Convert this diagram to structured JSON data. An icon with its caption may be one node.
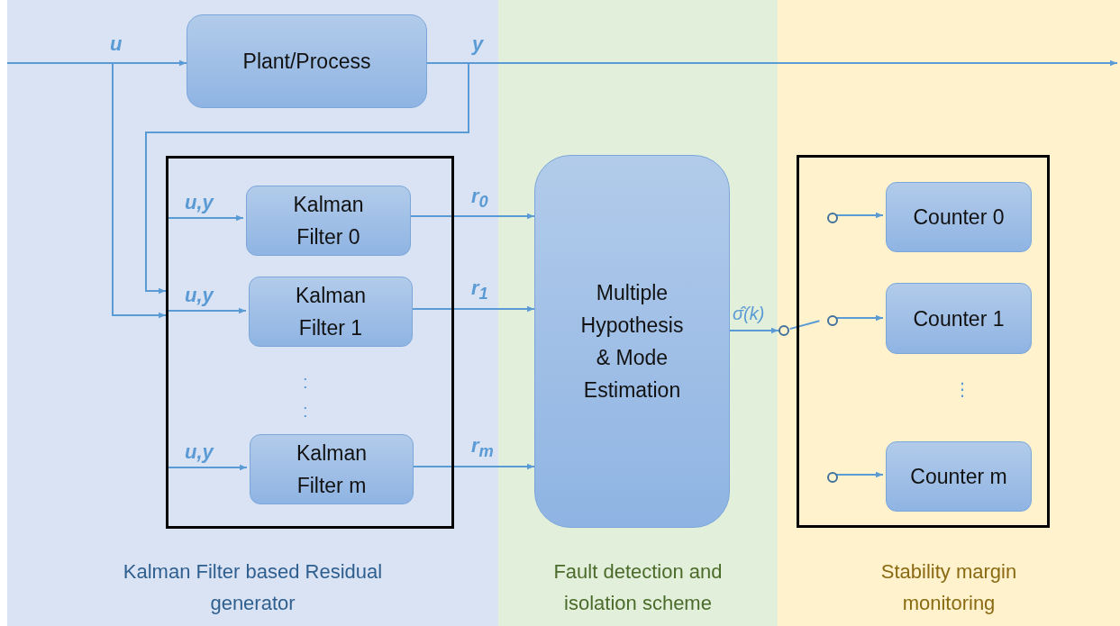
{
  "diagram": {
    "nodes": [
      {
        "text": [
          "Kalman Filter based Residual generator"
        ]
      },
      {
        "text": [
          "Fault detection and isolation scheme"
        ]
      },
      {
        "text": [
          "Stability margin monitoring"
        ]
      },
      {
        "text": [
          "Plant/Process"
        ],
        "in": 0
      },
      {
        "text": [],
        "shape": "box",
        "in": 0
      },
      {
        "text": [
          "Kalman Filter 0"
        ],
        "in": 4
      },
      {
        "text": [
          "Kalman Filter 1"
        ],
        "in": 4
      },
      {
        "text": [
          "Kalman Filter m"
        ],
        "in": 4
      },
      {
        "text": [
          "Multiple Hypothesis & Mode Estimation"
        ],
        "in": 1
      },
      {
        "text": [],
        "shape": "box",
        "in": 2
      },
      {
        "text": [
          "Counter 0"
        ],
        "in": 9
      },
      {
        "text": [
          "Counter 1"
        ],
        "in": 9
      },
      {
        "text": [
          "Counter m"
        ],
        "in": 9
      },
      {
        "text": [],
        "shape": "circle",
        "in": 9
      },
      {
        "text": [],
        "shape": "circle",
        "in": 9
      },
      {
        "text": [],
        "shape": "circle",
        "in": 9
      },
      {
        "text": [],
        "shape": "circle",
        "in": 2
      }
    ],
    "edges": [
      {
        "from": null,
        "to": 3,
        "arrow": "to",
        "label": "u"
      },
      {
        "from": 3,
        "to": 2,
        "arrow": "to",
        "label": "y"
      },
      {
        "from": null,
        "to": 4,
        "arrow": "to"
      },
      {
        "from": 3,
        "to": 4,
        "arrow": "to"
      },
      {
        "from": null,
        "to": 5,
        "arrow": "to",
        "label": "u,y"
      },
      {
        "from": null,
        "to": 6,
        "arrow": "to",
        "label": "u,y"
      },
      {
        "from": null,
        "to": 7,
        "arrow": "to",
        "label": "u,y"
      },
      {
        "from": 5,
        "to": 8,
        "arrow": "to",
        "label": "r$_{0}$"
      },
      {
        "from": 6,
        "to": 8,
        "arrow": "to",
        "label": "r$_{1}$"
      },
      {
        "from": 7,
        "to": 8,
        "arrow": "to",
        "label": "r$_{m}$"
      },
      {
        "from": 8,
        "to": 16,
        "arrow": "to",
        "label": "σ̂(k)"
      },
      {
        "from": 16,
        "to": 14,
        "arrow": "none"
      },
      {
        "from": 13,
        "to": 10,
        "arrow": "to"
      },
      {
        "from": 14,
        "to": 11,
        "arrow": "to"
      },
      {
        "from": 15,
        "to": 12,
        "arrow": "to"
      }
    ],
    "labels": [
      ":",
      ":",
      "⋮"
    ]
  }
}
